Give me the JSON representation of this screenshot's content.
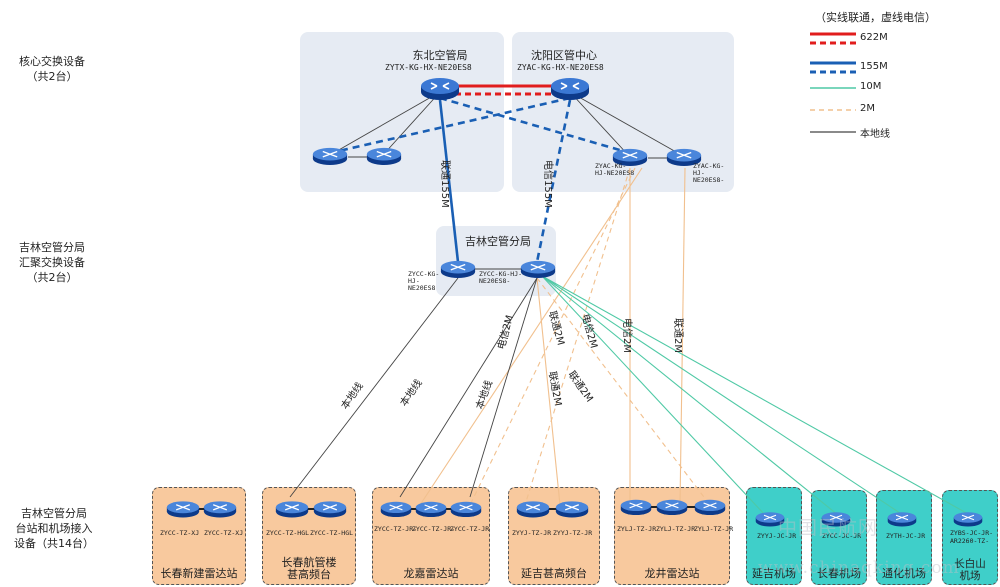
{
  "legend": {
    "title": "（实线联通，虚线电信）",
    "items": [
      {
        "label": "622M",
        "color": "#e11d1d",
        "style": "thick-red"
      },
      {
        "label": "155M",
        "color": "#1a5fb4",
        "style": "thick-blue"
      },
      {
        "label": "10M",
        "color": "#4fc9a5",
        "style": "thin-green"
      },
      {
        "label": "2M",
        "color": "#f1c08e",
        "style": "thin-orange"
      },
      {
        "label": "本地线",
        "color": "#333333",
        "style": "thin-black"
      }
    ]
  },
  "tiers": {
    "core": [
      "核心交换设备",
      "（共2台）"
    ],
    "aggregation": [
      "吉林空管分局",
      "汇聚交换设备",
      "（共2台）"
    ],
    "access": [
      "吉林空管分局",
      "台站和机场接入",
      "设备（共14台）"
    ]
  },
  "core": {
    "northeast": {
      "name": "东北空管局",
      "device": "ZYTX-KG-HX-NE20ES8"
    },
    "shenyang": {
      "name": "沈阳区管中心",
      "device": "ZYAC-KG-HX-NE20ES8"
    },
    "shenyang_sub": [
      "ZYAC-KG-HJ-NE20ES8",
      "ZYAC-KG-HJ-NE20ES8-"
    ]
  },
  "aggregation": {
    "name": "吉林空管分局",
    "devices": [
      "ZYCC-KG-HJ-NE20ES8",
      "ZYCC-KG-HJ-NE20ES8-"
    ]
  },
  "link_labels": {
    "unicom155": "联通155M",
    "telecom155": "电信155M",
    "local": "本地线",
    "telecom2m": "电信2M",
    "unicom2m": "联通2M"
  },
  "sites": [
    {
      "name": "长春新建雷达站",
      "codes": [
        "ZYCC-TZ-XJ",
        "ZYCC-TZ-XJ"
      ],
      "type": "orange"
    },
    {
      "name": "长春航管楼",
      "name2": "甚高频台",
      "codes": [
        "ZYCC-TZ-HGL",
        "ZYCC-TZ-HGL"
      ],
      "type": "orange"
    },
    {
      "name": "龙嘉雷达站",
      "codes": [
        "ZYCC-TZ-JR-",
        "ZYCC-TZ-JR-",
        "ZYCC-TZ-JR"
      ],
      "type": "orange"
    },
    {
      "name": "延吉甚高频台",
      "codes": [
        "ZYYJ-TZ-JR",
        "ZYYJ-TZ-JR"
      ],
      "type": "orange"
    },
    {
      "name": "龙井雷达站",
      "codes": [
        "ZYLJ-TZ-JR",
        "ZYLJ-TZ-JR",
        "ZYLJ-TZ-JR"
      ],
      "type": "orange"
    },
    {
      "name": "延吉机场",
      "codes": [
        "ZYYJ-JC-JR"
      ],
      "type": "cyan"
    },
    {
      "name": "长春机场",
      "codes": [
        "ZYCC-JC-JR"
      ],
      "type": "cyan"
    },
    {
      "name": "通化机场",
      "codes": [
        "ZYTH-JC-JR"
      ],
      "type": "cyan"
    },
    {
      "name": "长白山",
      "name2": "机场",
      "codes": [
        "ZYBS-JC-JR-",
        "AR2260-TZ-"
      ],
      "type": "cyan"
    }
  ],
  "watermark": [
    "中国民航网",
    "www.chinaqking.com"
  ]
}
